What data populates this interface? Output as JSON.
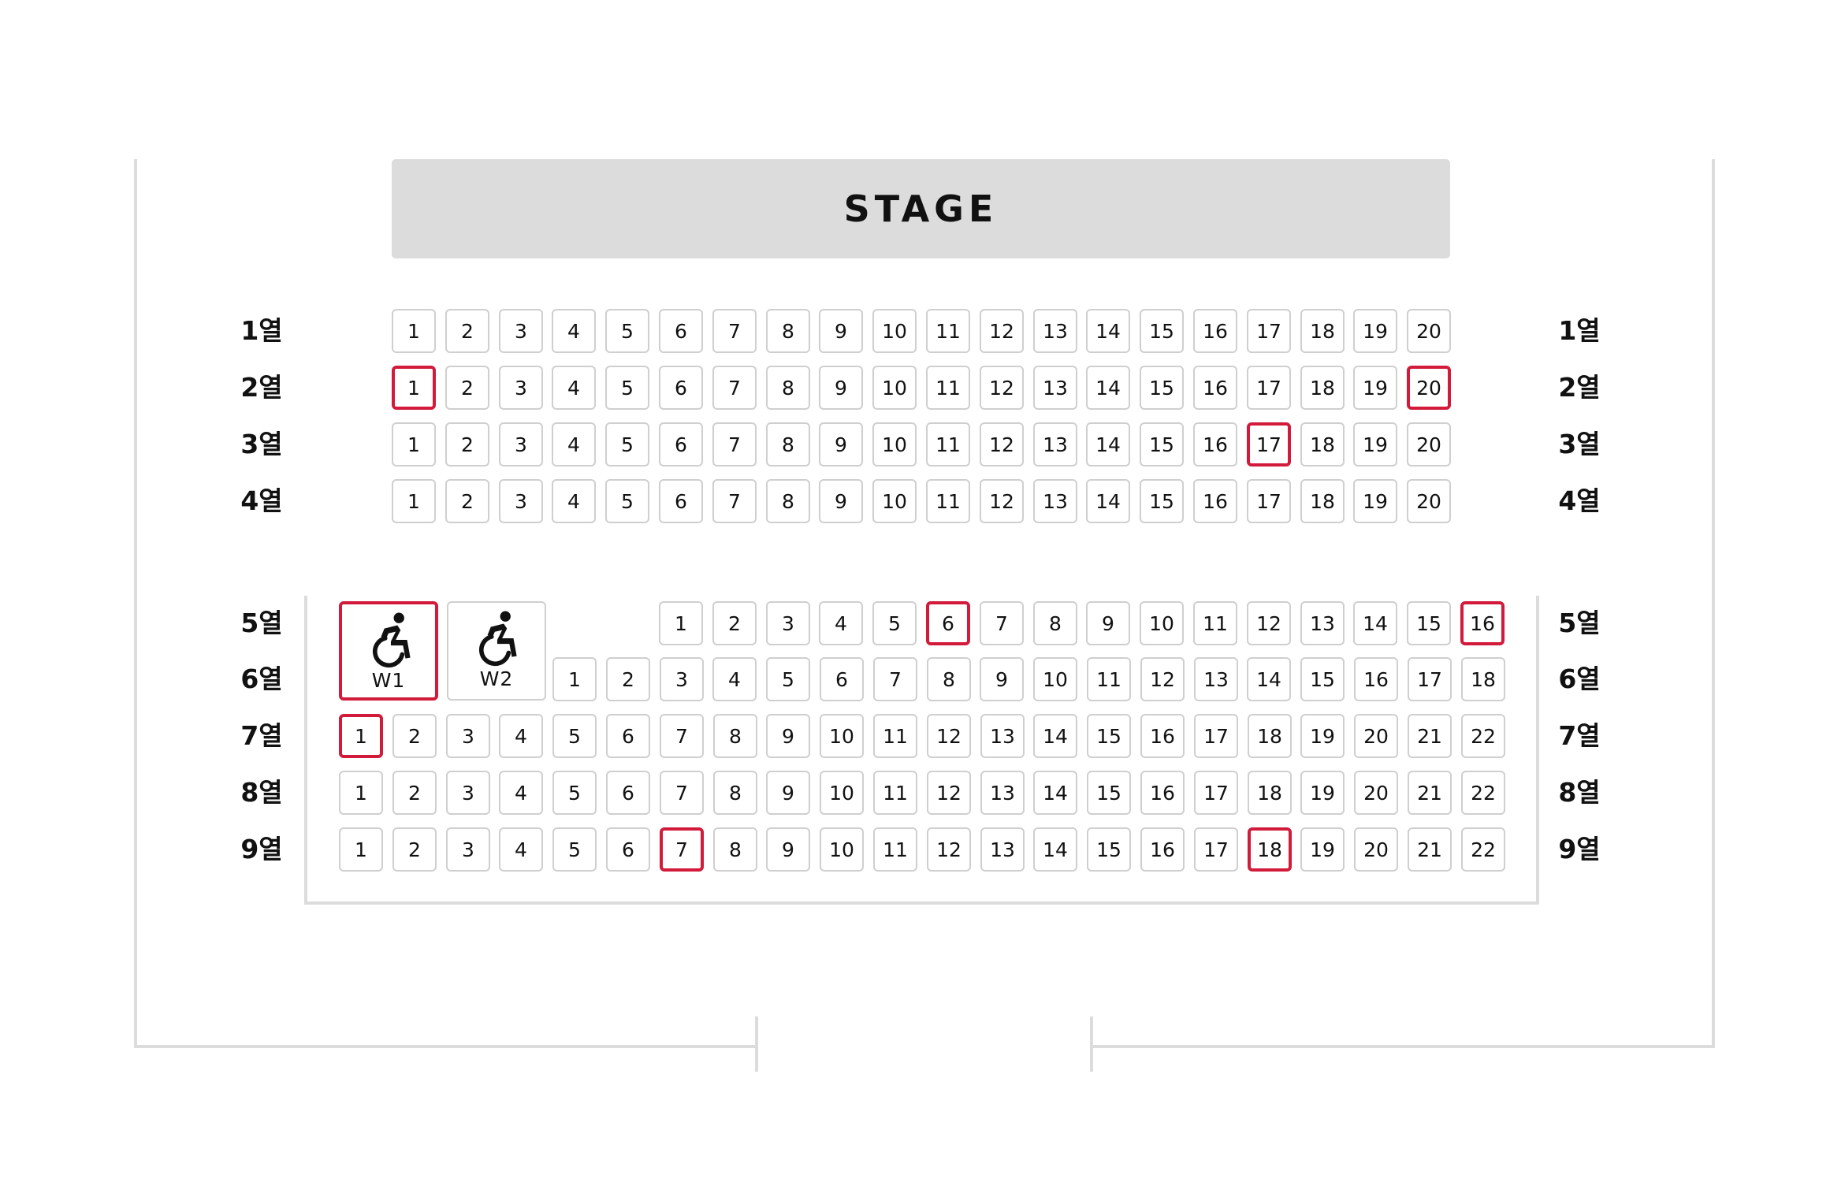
{
  "stage": {
    "label": "STAGE"
  },
  "accent_color": "#d21a3a",
  "seat_border_color": "#cfcfcf",
  "icons": {
    "wheelchair": "wheelchair-icon"
  },
  "rows": [
    {
      "label": "1열",
      "seats": [
        "1",
        "2",
        "3",
        "4",
        "5",
        "6",
        "7",
        "8",
        "9",
        "10",
        "11",
        "12",
        "13",
        "14",
        "15",
        "16",
        "17",
        "18",
        "19",
        "20"
      ],
      "selected": []
    },
    {
      "label": "2열",
      "seats": [
        "1",
        "2",
        "3",
        "4",
        "5",
        "6",
        "7",
        "8",
        "9",
        "10",
        "11",
        "12",
        "13",
        "14",
        "15",
        "16",
        "17",
        "18",
        "19",
        "20"
      ],
      "selected": [
        "1",
        "20"
      ]
    },
    {
      "label": "3열",
      "seats": [
        "1",
        "2",
        "3",
        "4",
        "5",
        "6",
        "7",
        "8",
        "9",
        "10",
        "11",
        "12",
        "13",
        "14",
        "15",
        "16",
        "17",
        "18",
        "19",
        "20"
      ],
      "selected": [
        "17"
      ]
    },
    {
      "label": "4열",
      "seats": [
        "1",
        "2",
        "3",
        "4",
        "5",
        "6",
        "7",
        "8",
        "9",
        "10",
        "11",
        "12",
        "13",
        "14",
        "15",
        "16",
        "17",
        "18",
        "19",
        "20"
      ],
      "selected": []
    },
    {
      "label": "5열",
      "seats": [
        "1",
        "2",
        "3",
        "4",
        "5",
        "6",
        "7",
        "8",
        "9",
        "10",
        "11",
        "12",
        "13",
        "14",
        "15",
        "16"
      ],
      "selected": [
        "6",
        "16"
      ]
    },
    {
      "label": "6열",
      "seats": [
        "1",
        "2",
        "3",
        "4",
        "5",
        "6",
        "7",
        "8",
        "9",
        "10",
        "11",
        "12",
        "13",
        "14",
        "15",
        "16",
        "17",
        "18"
      ],
      "selected": []
    },
    {
      "label": "7열",
      "seats": [
        "1",
        "2",
        "3",
        "4",
        "5",
        "6",
        "7",
        "8",
        "9",
        "10",
        "11",
        "12",
        "13",
        "14",
        "15",
        "16",
        "17",
        "18",
        "19",
        "20",
        "21",
        "22"
      ],
      "selected": [
        "1"
      ]
    },
    {
      "label": "8열",
      "seats": [
        "1",
        "2",
        "3",
        "4",
        "5",
        "6",
        "7",
        "8",
        "9",
        "10",
        "11",
        "12",
        "13",
        "14",
        "15",
        "16",
        "17",
        "18",
        "19",
        "20",
        "21",
        "22"
      ],
      "selected": []
    },
    {
      "label": "9열",
      "seats": [
        "1",
        "2",
        "3",
        "4",
        "5",
        "6",
        "7",
        "8",
        "9",
        "10",
        "11",
        "12",
        "13",
        "14",
        "15",
        "16",
        "17",
        "18",
        "19",
        "20",
        "21",
        "22"
      ],
      "selected": [
        "7",
        "18"
      ]
    }
  ],
  "wheelchair_seats": [
    {
      "label": "W1",
      "selected": true
    },
    {
      "label": "W2",
      "selected": false
    }
  ]
}
